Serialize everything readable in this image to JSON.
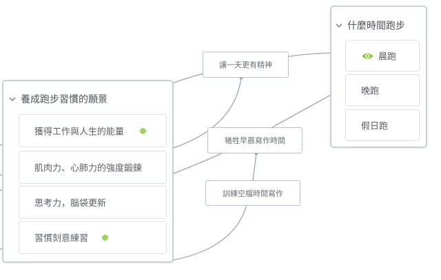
{
  "groups": {
    "vision": {
      "title": "養成跑步習慣的願景",
      "items": [
        {
          "label": "獲得工作與人生的能量",
          "dot": true
        },
        {
          "label": "肌肉力、心肺力的強度鍛鍊",
          "dot": false
        },
        {
          "label": "思考力，腦袋更新",
          "dot": false
        },
        {
          "label": "習慣刻意練習",
          "dot": true
        }
      ]
    },
    "when": {
      "title": "什麼時間跑步",
      "items": [
        {
          "label": "晨跑",
          "icon": "eye-icon"
        },
        {
          "label": "晚跑"
        },
        {
          "label": "假日跑"
        }
      ]
    }
  },
  "links": {
    "energy": "讓一天更有精神",
    "sacrifice": "犧牲早晨寫作時間",
    "practice": "訓練空檔時間寫作"
  },
  "colors": {
    "line": "#9aa6b6",
    "dot": "#9ed167",
    "eye": "#8cc63f",
    "group_border": "#c9cfd6"
  }
}
